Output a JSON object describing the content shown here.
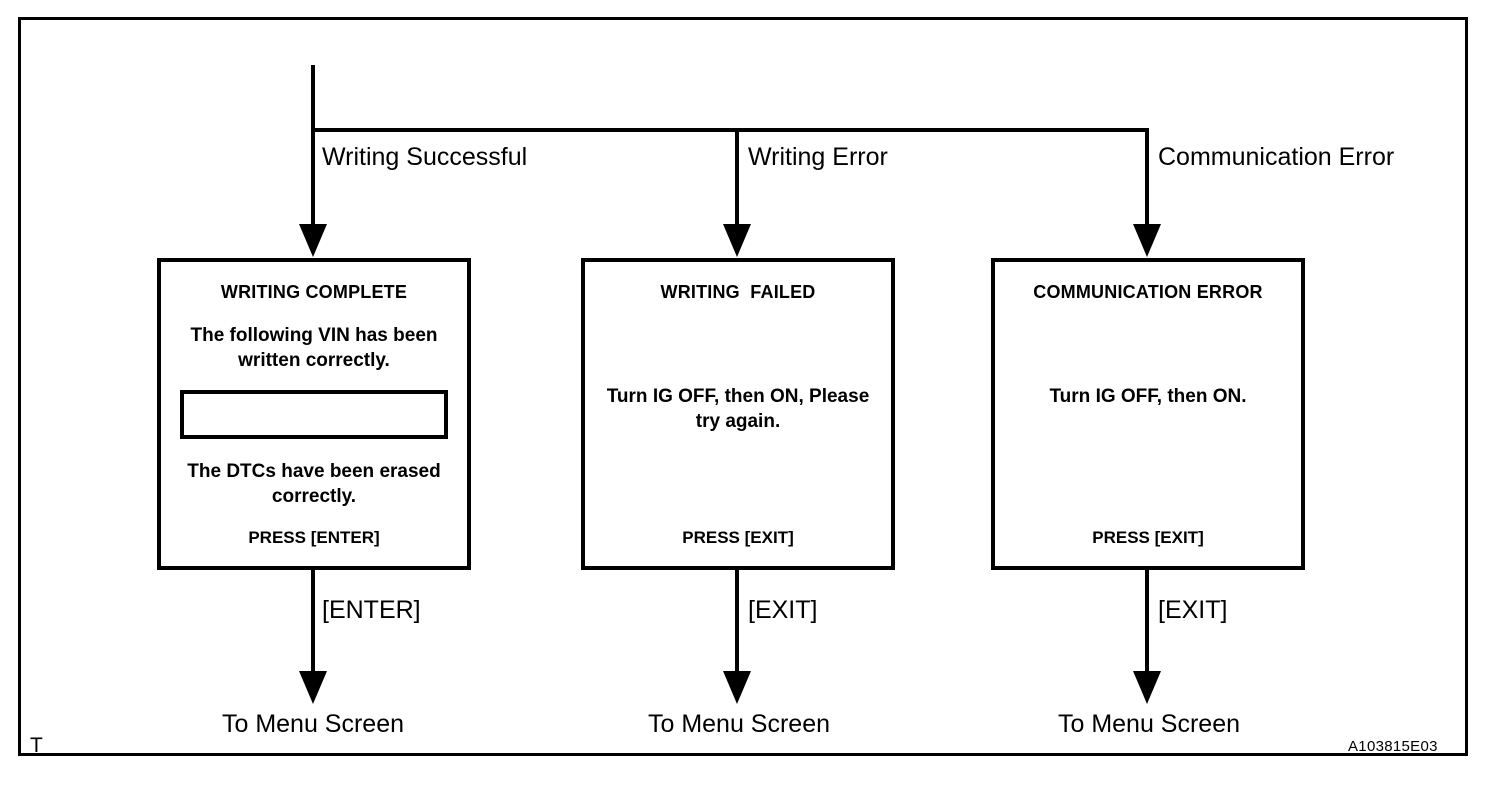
{
  "figure": {
    "code": "A103815E03",
    "corner_mark": "T"
  },
  "branches": [
    {
      "label": "Writing Successful"
    },
    {
      "label": "Writing Error"
    },
    {
      "label": "Communication Error"
    }
  ],
  "screens": [
    {
      "title": "WRITING COMPLETE",
      "message_top": "The following VIN has been written correctly.",
      "vin_value": "",
      "message_bottom": "The DTCs have been erased correctly.",
      "press": "PRESS [ENTER]",
      "exit_key": "[ENTER]",
      "destination": "To Menu Screen"
    },
    {
      "title": "WRITING  FAILED",
      "message": "Turn IG OFF, then ON, Please try again.",
      "press": "PRESS [EXIT]",
      "exit_key": "[EXIT]",
      "destination": "To Menu Screen"
    },
    {
      "title": "COMMUNICATION ERROR",
      "message": "Turn IG OFF, then ON.",
      "press": "PRESS [EXIT]",
      "exit_key": "[EXIT]",
      "destination": "To Menu Screen"
    }
  ]
}
